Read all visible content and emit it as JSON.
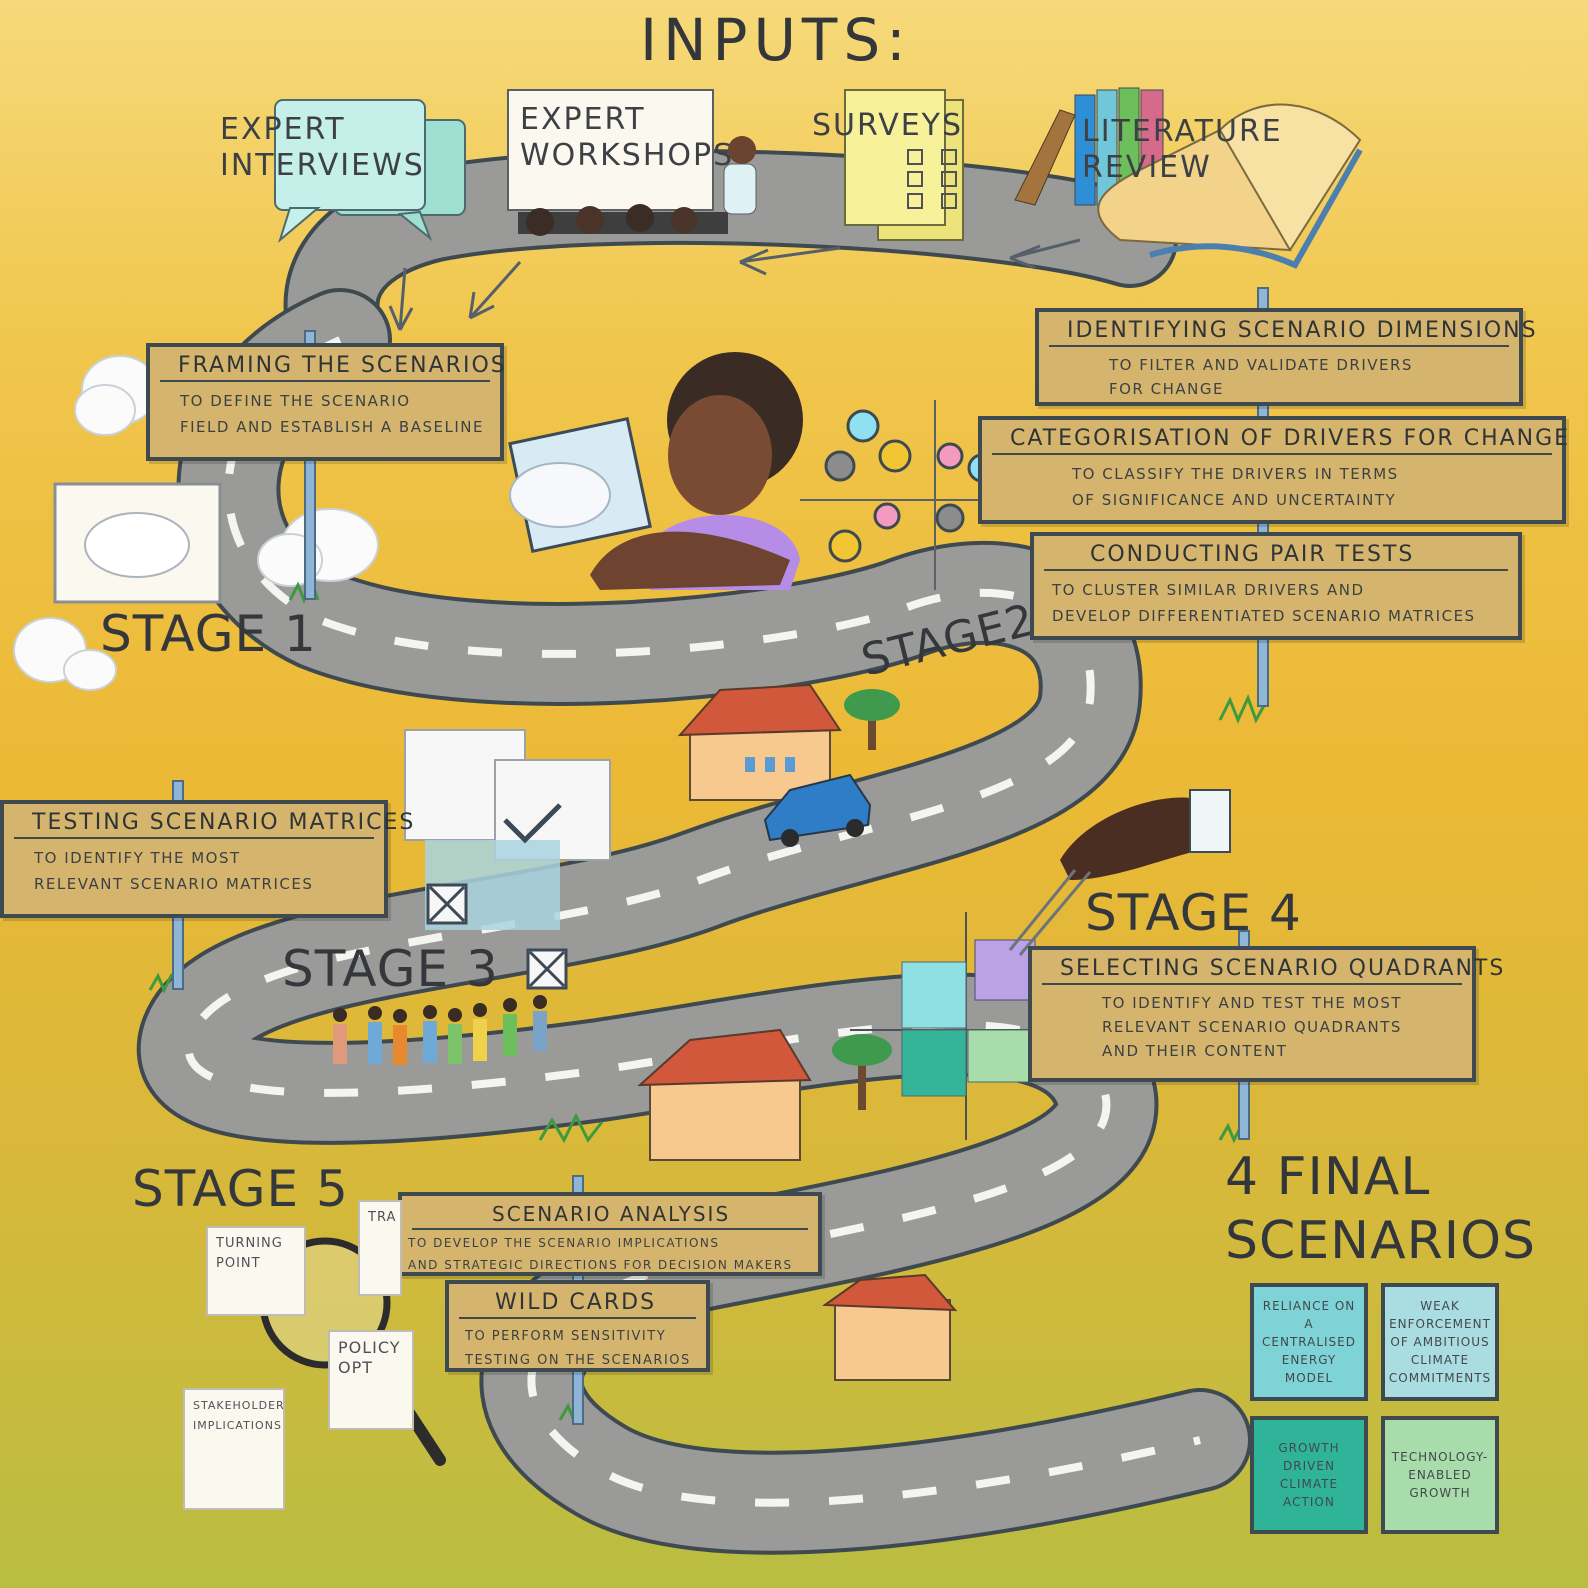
{
  "title": "INPUTS:",
  "inputs": [
    {
      "label": "EXPERT\nINTERVIEWS",
      "icon": "speech-bubble-icon"
    },
    {
      "label": "EXPERT\nWORKSHOPS",
      "icon": "presentation-icon"
    },
    {
      "label": "SURVEYS",
      "icon": "checklist-icon"
    },
    {
      "label": "LITERATURE\nREVIEW",
      "icon": "book-icon"
    }
  ],
  "stages": {
    "s1": "STAGE 1",
    "s2": "STAGE2",
    "s3": "STAGE 3",
    "s4": "STAGE 4",
    "s5": "STAGE 5"
  },
  "signs": {
    "framing": {
      "title": "FRAMING THE SCENARIOS",
      "desc": "TO DEFINE THE SCENARIO\nFIELD AND ESTABLISH A BASELINE"
    },
    "identifying": {
      "title": "IDENTIFYING SCENARIO DIMENSIONS",
      "desc": "TO FILTER AND VALIDATE DRIVERS\nFOR CHANGE"
    },
    "categorisation": {
      "title": "CATEGORISATION OF DRIVERS FOR CHANGE",
      "desc": "TO CLASSIFY THE DRIVERS IN TERMS\nOF SIGNIFICANCE AND UNCERTAINTY"
    },
    "pair_tests": {
      "title": "CONDUCTING PAIR TESTS",
      "desc": "TO CLUSTER SIMILAR DRIVERS AND\nDEVELOP DIFFERENTIATED SCENARIO MATRICES"
    },
    "testing": {
      "title": "TESTING SCENARIO MATRICES",
      "desc": "TO IDENTIFY THE MOST\nRELEVANT SCENARIO MATRICES"
    },
    "selecting": {
      "title": "SELECTING SCENARIO QUADRANTS",
      "desc": "TO IDENTIFY AND TEST THE MOST\nRELEVANT SCENARIO QUADRANTS\nAND THEIR CONTENT"
    },
    "analysis": {
      "title": "SCENARIO ANALYSIS",
      "desc": "TO DEVELOP THE SCENARIO IMPLICATIONS\nAND STRATEGIC DIRECTIONS FOR DECISION MAKERS"
    },
    "wild_cards": {
      "title": "WILD CARDS",
      "desc": "TO PERFORM SENSITIVITY\nTESTING ON THE SCENARIOS"
    }
  },
  "notes": {
    "turning_point": "TURNING\nPOINT",
    "trends": "TRA",
    "policy": "POLICY\nOPT",
    "stakeholder": "STAKEHOLDER\nIMPLICATIONS"
  },
  "final": {
    "title": "4 FINAL\nSCENARIOS",
    "quadrants": [
      {
        "label": "RELIANCE ON A CENTRALISED ENERGY MODEL",
        "color": "#7ed3d6"
      },
      {
        "label": "WEAK ENFORCEMENT OF AMBITIOUS CLIMATE COMMITMENTS",
        "color": "#a9dde2"
      },
      {
        "label": "GROWTH DRIVEN CLIMATE ACTION",
        "color": "#2fb49a"
      },
      {
        "label": "TECHNOLOGY-ENABLED GROWTH",
        "color": "#a8dcaa"
      }
    ]
  },
  "colors": {
    "road": "#9a9a98",
    "road_edge": "#3f4a50",
    "sign": "#d5b56d",
    "pole": "#8fb6d6"
  }
}
